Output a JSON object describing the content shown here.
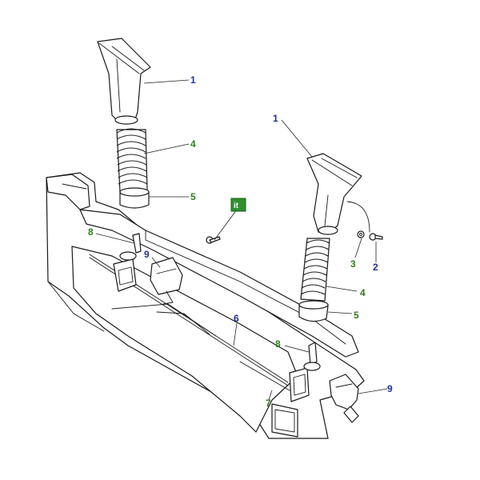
{
  "callouts": {
    "c1a": "1",
    "c1b": "1",
    "c2": "2",
    "c3": "3",
    "c4a": "4",
    "c4b": "4",
    "c5a": "5",
    "c5b": "5",
    "c6": "6",
    "c7": "7",
    "c8a": "8",
    "c8b": "8",
    "c9a": "9",
    "c9b": "9"
  },
  "badge": {
    "label": "it"
  },
  "colors": {
    "blue_callout": "#1f2f9a",
    "green_callout": "#2f7d1f",
    "badge_bg": "#2f8f2f",
    "line": "#1a1a1a"
  }
}
